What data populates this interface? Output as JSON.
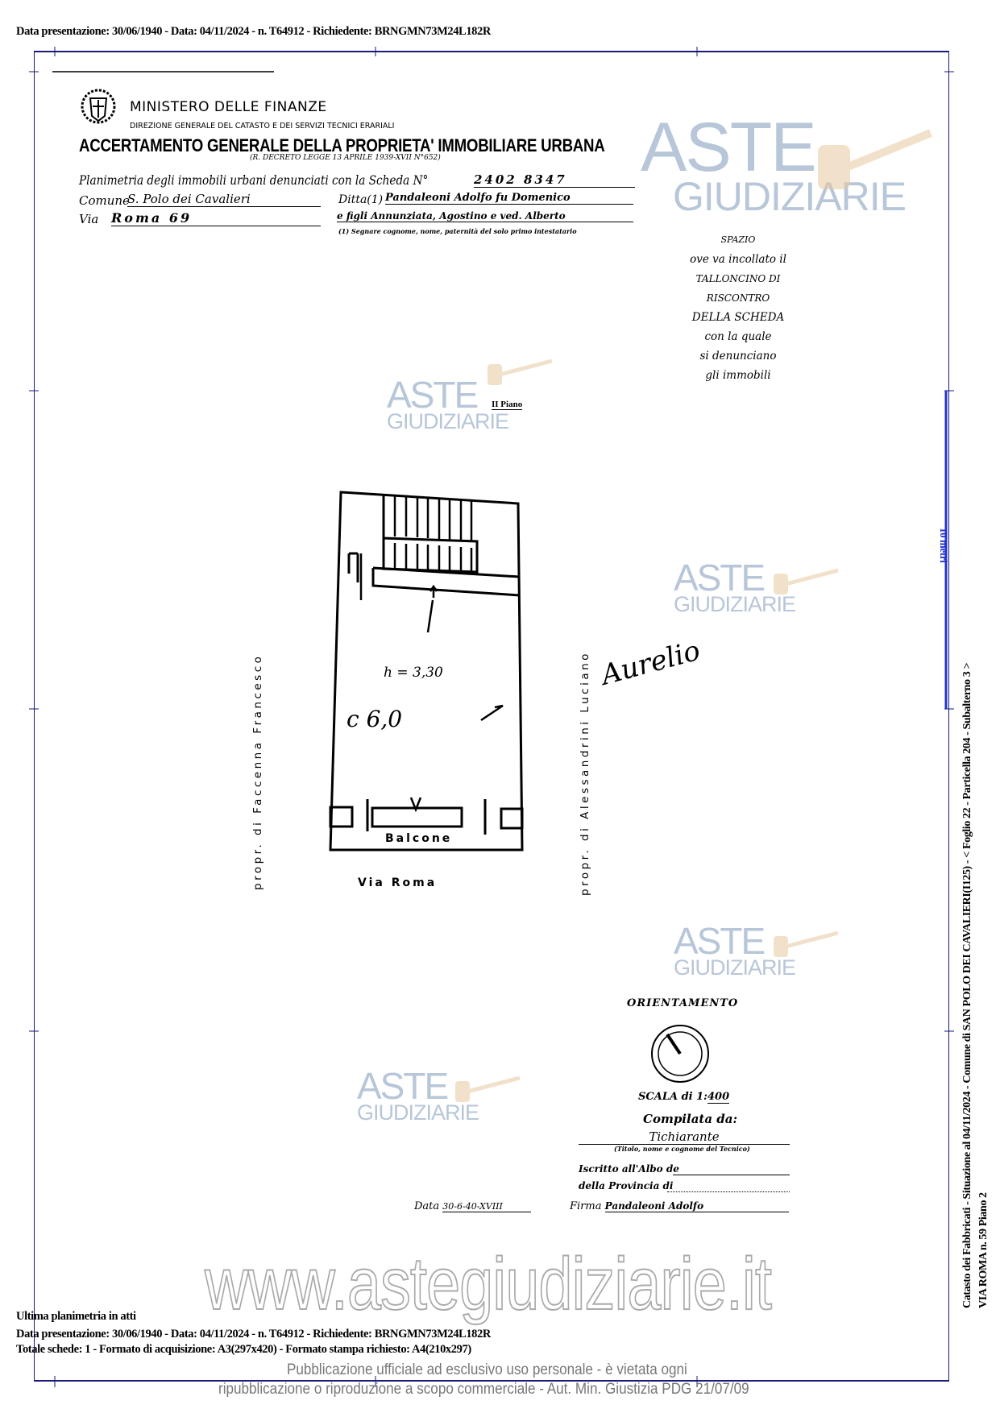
{
  "header": {
    "line": "Data presentazione: 30/06/1940 - Data: 04/11/2024 - n. T64912 - Richiedente: BRNGMN73M24L182R"
  },
  "form": {
    "ministry": "MINISTERO DELLE FINANZE",
    "directorate": "DIREZIONE GENERALE DEL CATASTO E DEI SERVIZI TECNICI ERARIALI",
    "title": "ACCERTAMENTO GENERALE DELLA PROPRIETA' IMMOBILIARE URBANA",
    "decree": "(R. DECRETO LEGGE 13 APRILE 1939-XVII N°652)",
    "planimetria_label": "Planimetria degli immobili urbani denunciati con la Scheda N°",
    "scheda_number": "2402 8347",
    "comune_label": "Comune",
    "comune_value": "S. Polo dei Cavalieri",
    "via_label": "Via",
    "via_value": "Roma 69",
    "ditta_label": "Ditta(1)",
    "ditta_value_1": "Pandaleoni Adolfo fu Domenico",
    "ditta_value_2": "e figli Annunziata, Agostino e ved. Alberto",
    "ditta_note": "(1) Segnare cognome, nome, paternità del solo primo intestatario",
    "spazio": [
      "SPAZIO",
      "ove va incollato il",
      "TALLONCINO DI RISCONTRO",
      "DELLA SCHEDA",
      "con la quale",
      "si denunciano",
      "gli immobili"
    ]
  },
  "plan": {
    "floor": "II Piano",
    "height_note": "h = 3,30",
    "room_label": "c 6,0",
    "balcony": "Balcone",
    "street": "Via Roma",
    "left_neighbor": "propr. di Faccenna Francesco",
    "right_neighbor": "propr. di Alessandrini Luciano",
    "signature": "Aurelio"
  },
  "footer_form": {
    "orientation": "ORIENTAMENTO",
    "scale_label": "SCALA di 1:",
    "scale_value": "400",
    "compiled_by": "Compilata da:",
    "technician": "Tichiarante",
    "technician_note": "(Titolo, nome e cognome del Tecnico)",
    "albo": "Iscritto all'Albo de",
    "province": "della Provincia di",
    "date_label": "Data",
    "date_value": "30-6-40-XVIII",
    "sign_label": "Firma",
    "sign_value": "Pandaleoni Adolfo"
  },
  "side": {
    "line1": "Catasto dei Fabbricati - Situazione al 04/11/2024 - Comune di SAN POLO DEI CAVALIERI(I125) - < Foglio 22 - Particella 204 - Subalterno 3 >",
    "line2": "VIA ROMA n. 59 Piano 2",
    "scale_bar": "10 metri"
  },
  "footer": {
    "last": "Ultima planimetria in atti",
    "line1": "Data presentazione: 30/06/1940 - Data: 04/11/2024 - n. T64912 - Richiedente: BRNGMN73M24L182R",
    "line2": "Totale schede: 1 - Formato di acquisizione: A3(297x420) - Formato stampa richiesto: A4(210x297)"
  },
  "watermark": {
    "brand_top": "ASTE",
    "brand_bottom": "GIUDIZIARIE",
    "url": "www.astegiudiziarie.it",
    "notice_1": "Pubblicazione ufficiale ad esclusivo uso personale - è vietata ogni",
    "notice_2": "ripubblicazione o riproduzione a scopo commerciale - Aut. Min. Giustizia PDG 21/07/09"
  },
  "colors": {
    "frame": "#1a1a7a",
    "scale_bar": "#2233cc",
    "watermark": "#9fb3cc",
    "gavel": "#e8c9a0"
  }
}
